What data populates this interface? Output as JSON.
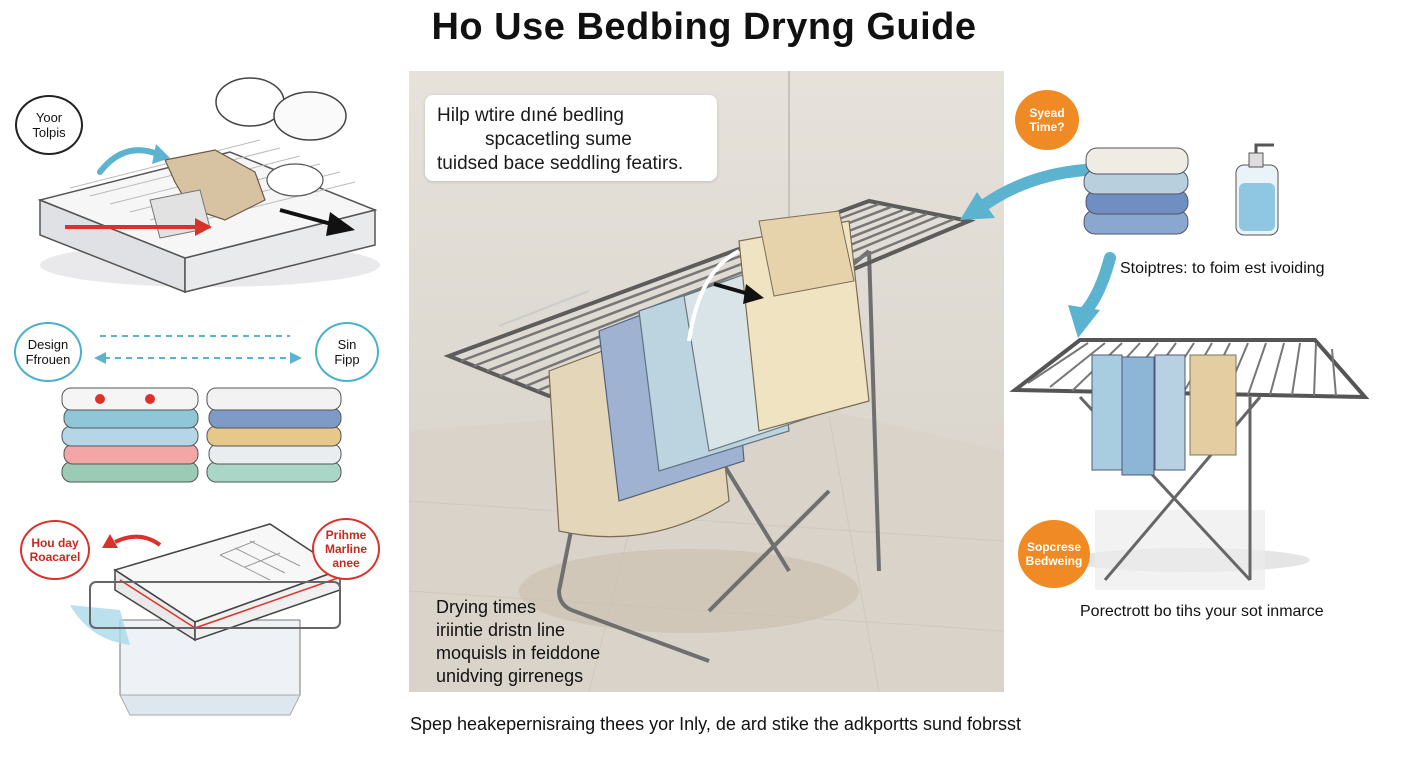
{
  "title": "Ho Use Bedbing Dryng Guide",
  "top_left_bubble": [
    "Yoor",
    "Tolpis"
  ],
  "left_mid_bubble_a": [
    "Design",
    "Ffrouen"
  ],
  "left_mid_bubble_b": [
    "Sin",
    "Fipp"
  ],
  "left_bottom_bubble_a": [
    "Hou day",
    "Roacarel"
  ],
  "left_bottom_bubble_b": [
    "Prihme",
    "Marline",
    "anee"
  ],
  "center_note": [
    "Hilp wtire dıné bedling",
    "spcacetling sume",
    "tuidsed bace seddling featirs."
  ],
  "center_drying_text": [
    "Drying times",
    "iriintie dristn line",
    "moquisls in feiddone",
    "unidving girrenegs"
  ],
  "right_top_bubble": [
    "Syead",
    "Time?"
  ],
  "right_caption_1": "Stoiptres: to foim est ivoiding",
  "right_bottom_bubble": [
    "Sopcrese",
    "Bedweing"
  ],
  "right_caption_2": "Porectrott bo tihs your sot inmarce",
  "bottom_caption": "Spep heakepernisraing thees yor Inly, de ard stike the adkportts sund fobrsst",
  "colors": {
    "accent_blue": "#5bb3d0",
    "accent_red": "#d8332b",
    "accent_orange": "#f08a24"
  }
}
